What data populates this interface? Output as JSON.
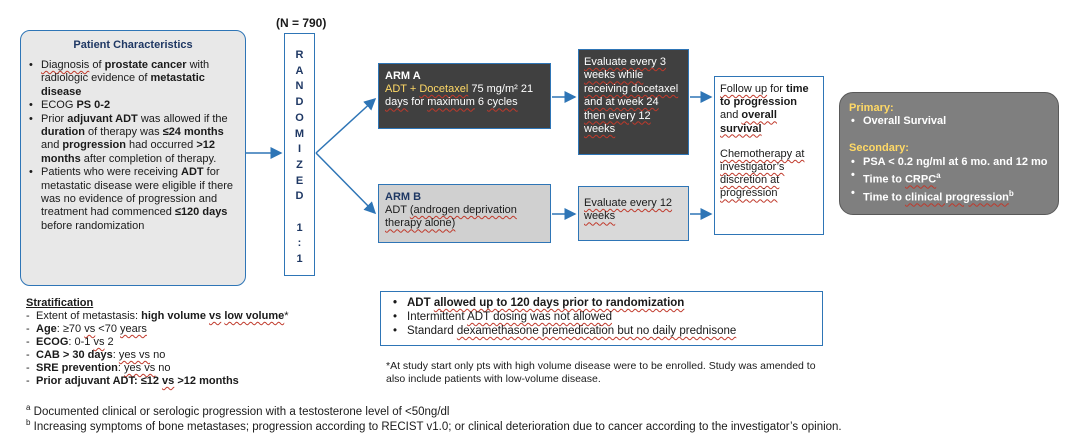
{
  "n_label": "(N = 790)",
  "patient": {
    "title": "Patient Characteristics",
    "items": [
      {
        "parts": [
          {
            "t": "Diagnosis",
            "s": "ul"
          },
          {
            "t": " of "
          },
          {
            "t": "prostate cancer",
            "s": "b"
          },
          {
            "t": " with radiologic evidence of "
          },
          {
            "t": "metastatic disease",
            "s": "b"
          }
        ]
      },
      {
        "parts": [
          {
            "t": "ECOG "
          },
          {
            "t": "PS 0-2",
            "s": "b"
          }
        ]
      },
      {
        "parts": [
          {
            "t": "Prior "
          },
          {
            "t": "adjuvant ADT",
            "s": "b"
          },
          {
            "t": " was allowed if the "
          },
          {
            "t": "duration",
            "s": "b"
          },
          {
            "t": " of therapy was "
          },
          {
            "t": "≤24 months",
            "s": "b"
          },
          {
            "t": " and "
          },
          {
            "t": "progression",
            "s": "b"
          },
          {
            "t": " had occurred "
          },
          {
            "t": ">12 months",
            "s": "b"
          },
          {
            "t": " after completion of therapy."
          }
        ]
      },
      {
        "parts": [
          {
            "t": "Patients who were receiving "
          },
          {
            "t": "ADT",
            "s": "b"
          },
          {
            "t": " for metastatic disease were eligible if there was no evidence of progression and treatment had commenced "
          },
          {
            "t": "≤120 days",
            "s": "b"
          },
          {
            "t": " before randomization"
          }
        ]
      }
    ]
  },
  "randomized": {
    "letters": [
      "R",
      "A",
      "N",
      "D",
      "O",
      "M",
      "I",
      "Z",
      "E",
      "D",
      "",
      "1",
      ":",
      "1"
    ]
  },
  "arm_a": {
    "title": "ARM A",
    "parts": [
      {
        "t": "ADT + ",
        "s": "hl"
      },
      {
        "t": "Docetaxel",
        "s": "hl ul"
      },
      {
        "t": " 75 mg/m² 21 "
      },
      {
        "t": "days",
        "s": "ul"
      },
      {
        "t": " for "
      },
      {
        "t": "maximum",
        "s": "ul"
      },
      {
        "t": " 6 "
      },
      {
        "t": "cycles",
        "s": "ul"
      }
    ]
  },
  "arm_b": {
    "title": "ARM B",
    "parts": [
      {
        "t": "ADT "
      },
      {
        "t": "(androgen deprivation therapy alone)",
        "s": "ul"
      }
    ]
  },
  "eval_a": {
    "parts": [
      {
        "t": "Evaluate every 3 weeks while receiving docetaxel and at week 24 then every 12 weeks",
        "s": "ul"
      }
    ]
  },
  "eval_b": {
    "parts": [
      {
        "t": "Evaluate every 12 weeks",
        "s": "ul"
      }
    ]
  },
  "follow": {
    "line1": [
      {
        "t": "Follow up",
        "s": "ul"
      },
      {
        "t": " for "
      },
      {
        "t": "time to progression",
        "s": "b"
      },
      {
        "t": " and "
      },
      {
        "t": "overall survival",
        "s": "b ul"
      }
    ],
    "line2": [
      {
        "t": "Chemotherapy at investigator’s discretion at progression",
        "s": "ul"
      }
    ]
  },
  "endpoints": {
    "primary_title": "Primary:",
    "primary_items": [
      "Overall Survival"
    ],
    "secondary_title": "Secondary:",
    "secondary_items": [
      [
        {
          "t": "PSA < 0.2 ng/ml at 6 mo. and 12 mo"
        }
      ],
      [
        {
          "t": "Time to "
        },
        {
          "t": "CRPC",
          "s": "ul"
        },
        {
          "t": "a",
          "s": "sup"
        }
      ],
      [
        {
          "t": "Time to "
        },
        {
          "t": "clinical progression",
          "s": "ul"
        },
        {
          "t": "b",
          "s": "sup"
        }
      ]
    ]
  },
  "stratification": {
    "title": "Stratification",
    "items": [
      [
        {
          "t": "Extent of metastasis: "
        },
        {
          "t": "high volume",
          "s": "b"
        },
        {
          "t": " "
        },
        {
          "t": "vs",
          "s": "b ul"
        },
        {
          "t": " "
        },
        {
          "t": "low volume",
          "s": "b ul"
        },
        {
          "t": "*"
        }
      ],
      [
        {
          "t": "Age",
          "s": "b"
        },
        {
          "t": ": ≥70 "
        },
        {
          "t": "vs",
          "s": "ul"
        },
        {
          "t": " <70 "
        },
        {
          "t": "years",
          "s": "ul"
        }
      ],
      [
        {
          "t": "ECOG",
          "s": "b"
        },
        {
          "t": ": 0-1 "
        },
        {
          "t": "vs",
          "s": "ul"
        },
        {
          "t": " 2"
        }
      ],
      [
        {
          "t": "CAB > 30 days",
          "s": "b"
        },
        {
          "t": ": "
        },
        {
          "t": "yes vs",
          "s": "ul"
        },
        {
          "t": " no"
        }
      ],
      [
        {
          "t": "SRE prevention",
          "s": "b"
        },
        {
          "t": ": "
        },
        {
          "t": "yes vs",
          "s": "ul"
        },
        {
          "t": " no"
        }
      ],
      [
        {
          "t": "Prior adjuvant ADT: ≤12 ",
          "s": "b"
        },
        {
          "t": "vs",
          "s": "b ul"
        },
        {
          "t": " >12 months",
          "s": "b"
        }
      ]
    ]
  },
  "notes": {
    "items": [
      [
        {
          "t": "ADT "
        },
        {
          "t": "allowed up to 120 days prior to randomization",
          "s": "ul"
        }
      ],
      [
        {
          "t": "Intermittent "
        },
        {
          "t": "ADT dosing was not allowed",
          "s": "ul"
        }
      ],
      [
        {
          "t": "Standard "
        },
        {
          "t": "dexamethasone premedication but no daily prednisone",
          "s": "ul"
        }
      ]
    ],
    "first_bold": true
  },
  "amend_note": "*At study start only pts with high volume disease were to be enrolled. Study was amended to also include patients with low-volume disease.",
  "footnotes": {
    "a": "a Documented clinical or serologic progression with a testosterone level of <50ng/dl",
    "b": "b Increasing symptoms of bone metastases; progression according to RECIST v1.0; or clinical deterioration due to cancer according to the investigator’s opinion."
  },
  "colors": {
    "accent_blue": "#2e75b6",
    "dark_box": "#404040",
    "endpoint_box": "#7f7f7f",
    "highlight": "#ffd966"
  }
}
